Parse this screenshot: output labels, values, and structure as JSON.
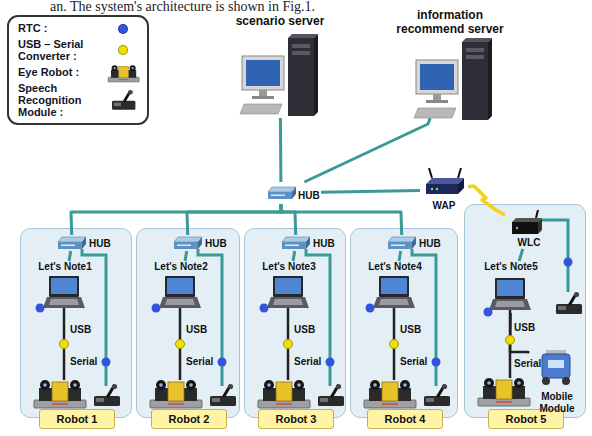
{
  "diagram": {
    "nodes": [
      {
        "text": [
          "scenario server"
        ]
      },
      {
        "text": [
          "information recommend server"
        ]
      },
      {
        "text": [
          "HUB"
        ]
      },
      {
        "text": [
          "WAP"
        ]
      },
      {
        "text": [
          "Robot 1"
        ]
      },
      {
        "text": [
          "HUB"
        ],
        "in": 4
      },
      {
        "text": [
          "Let's Note1"
        ],
        "in": 4
      },
      {
        "text": [
          "Robot 2"
        ]
      },
      {
        "text": [
          "HUB"
        ],
        "in": 7
      },
      {
        "text": [
          "Let's Note2"
        ],
        "in": 7
      },
      {
        "text": [
          "Robot 3"
        ]
      },
      {
        "text": [
          "HUB"
        ],
        "in": 10
      },
      {
        "text": [
          "Let's Note3"
        ],
        "in": 10
      },
      {
        "text": [
          "Robot 4"
        ]
      },
      {
        "text": [
          "HUB"
        ],
        "in": 13
      },
      {
        "text": [
          "Let's Note4"
        ],
        "in": 13
      },
      {
        "text": [
          "Robot 5"
        ]
      },
      {
        "text": [
          "WLC"
        ],
        "in": 16
      },
      {
        "text": [
          "Let's Note5"
        ],
        "in": 16
      },
      {
        "text": [
          "Mobile Module"
        ],
        "in": 16
      }
    ],
    "edges": [
      {
        "from": 2,
        "to": 0,
        "arrow": "none"
      },
      {
        "from": 2,
        "to": 1,
        "arrow": "none"
      },
      {
        "from": 2,
        "to": 3,
        "arrow": "none"
      },
      {
        "from": 2,
        "to": 5,
        "arrow": "none"
      },
      {
        "from": 2,
        "to": 8,
        "arrow": "none"
      },
      {
        "from": 2,
        "to": 11,
        "arrow": "none"
      },
      {
        "from": 2,
        "to": 14,
        "arrow": "none"
      },
      {
        "from": 3,
        "to": 17,
        "arrow": "none"
      },
      {
        "from": 5,
        "to": 6,
        "arrow": "none"
      },
      {
        "from": 8,
        "to": 9,
        "arrow": "none"
      },
      {
        "from": 11,
        "to": 12,
        "arrow": "none"
      },
      {
        "from": 14,
        "to": 15,
        "arrow": "none"
      },
      {
        "from": 17,
        "to": 18,
        "arrow": "none"
      },
      {
        "from": 18,
        "to": 19,
        "arrow": "none"
      }
    ],
    "labels": [
      "an. The system's architecture is shown in Fig.1.",
      "USB",
      "Serial",
      "USB",
      "Serial",
      "USB",
      "Serial",
      "USB",
      "Serial",
      "USB",
      "Serial"
    ],
    "legend": [
      {
        "text": "RTC :",
        "color": "#3355dd"
      },
      {
        "text": "USB – Serial Converter :",
        "color": "#f0e000"
      },
      {
        "text": "Eye Robot :"
      },
      {
        "text": "Speech Recognition Module :"
      }
    ]
  }
}
